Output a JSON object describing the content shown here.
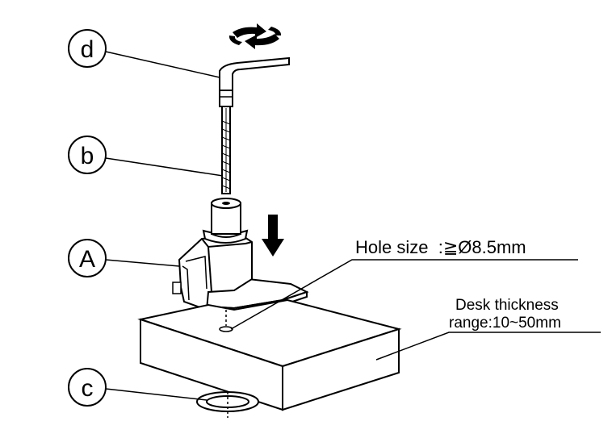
{
  "callouts": {
    "d": "d",
    "b": "b",
    "A": "A",
    "c": "c"
  },
  "notes": {
    "hole_size": "Hole size  :≧Ø8.5mm",
    "desk_thickness_line1": "Desk thickness",
    "desk_thickness_line2": "range:10~50mm"
  },
  "icons": {
    "rotation": "rotate-arrows-icon",
    "direction": "down-arrow-icon"
  }
}
